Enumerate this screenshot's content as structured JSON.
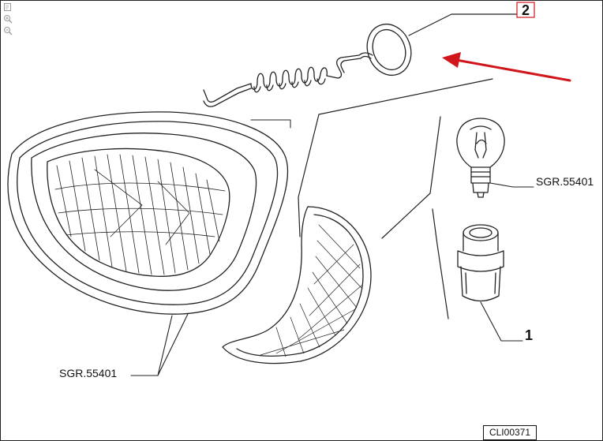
{
  "toolbar": {
    "icons": [
      "fit-page-icon",
      "zoom-in-icon",
      "zoom-out-icon"
    ]
  },
  "callouts": {
    "part_2_number": "2",
    "part_1_number": "1",
    "bulb_ref": "SGR.55401",
    "lamp_ref": "SGR.55401"
  },
  "drawing_code": "CLI00371",
  "colors": {
    "line": "#222222",
    "highlight_arrow": "#d0161b",
    "callout_box_border": "#d0161b"
  }
}
